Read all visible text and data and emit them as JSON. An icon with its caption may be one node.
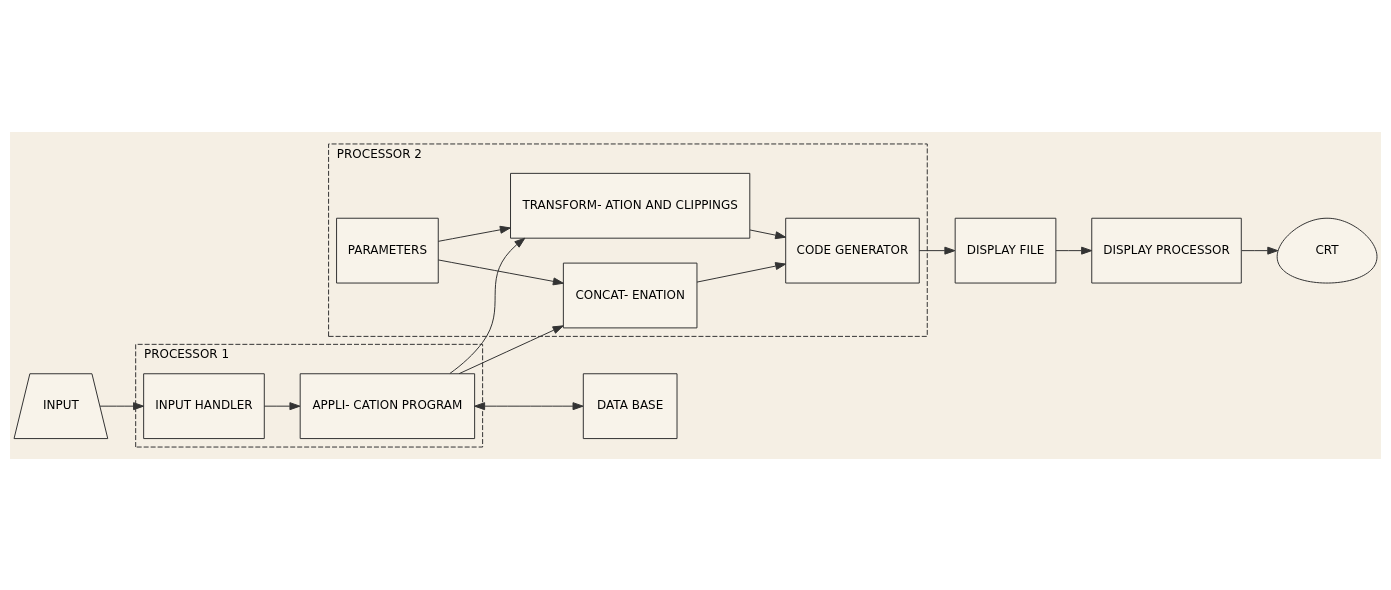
{
  "diagram": {
    "nodes": [
      {
        "text": [
          "INPUT"
        ]
      },
      {
        "text": [
          "PROCESSOR 1"
        ]
      },
      {
        "text": [
          "INPUT HANDLER"
        ],
        "in": 1
      },
      {
        "text": [
          "APPLI- CATION PROGRAM"
        ],
        "in": 1
      },
      {
        "text": [
          "PROCESSOR 2"
        ]
      },
      {
        "text": [
          "CONCAT- ENATION"
        ],
        "in": 4
      },
      {
        "text": [
          "PARAMETERS"
        ],
        "in": 4
      },
      {
        "text": [
          "TRANSFORM- ATION AND CLIPPINGS"
        ],
        "in": 4
      },
      {
        "text": [
          "CODE GENERATOR"
        ],
        "in": 4
      },
      {
        "text": [
          "DISPLAY FILE"
        ]
      },
      {
        "text": [
          "DISPLAY PROCESSOR"
        ]
      },
      {
        "text": [
          "CRT"
        ]
      },
      {
        "text": [
          "DATA BASE"
        ]
      }
    ],
    "edges": [
      {
        "from": 0,
        "to": 2,
        "arrow": "to"
      },
      {
        "from": 2,
        "to": 3,
        "arrow": "to"
      },
      {
        "from": 3,
        "to": 5,
        "arrow": "to"
      },
      {
        "from": 3,
        "to": 7,
        "arrow": "to"
      },
      {
        "from": 6,
        "to": 5,
        "arrow": "to"
      },
      {
        "from": 6,
        "to": 7,
        "arrow": "to"
      },
      {
        "from": 5,
        "to": 8,
        "arrow": "to"
      },
      {
        "from": 7,
        "to": 8,
        "arrow": "to"
      },
      {
        "from": 8,
        "to": 9,
        "arrow": "to"
      },
      {
        "from": 9,
        "to": 10,
        "arrow": "to"
      },
      {
        "from": 10,
        "to": 11,
        "arrow": "to"
      },
      {
        "from": 3,
        "to": 12,
        "arrow": "both"
      }
    ]
  }
}
